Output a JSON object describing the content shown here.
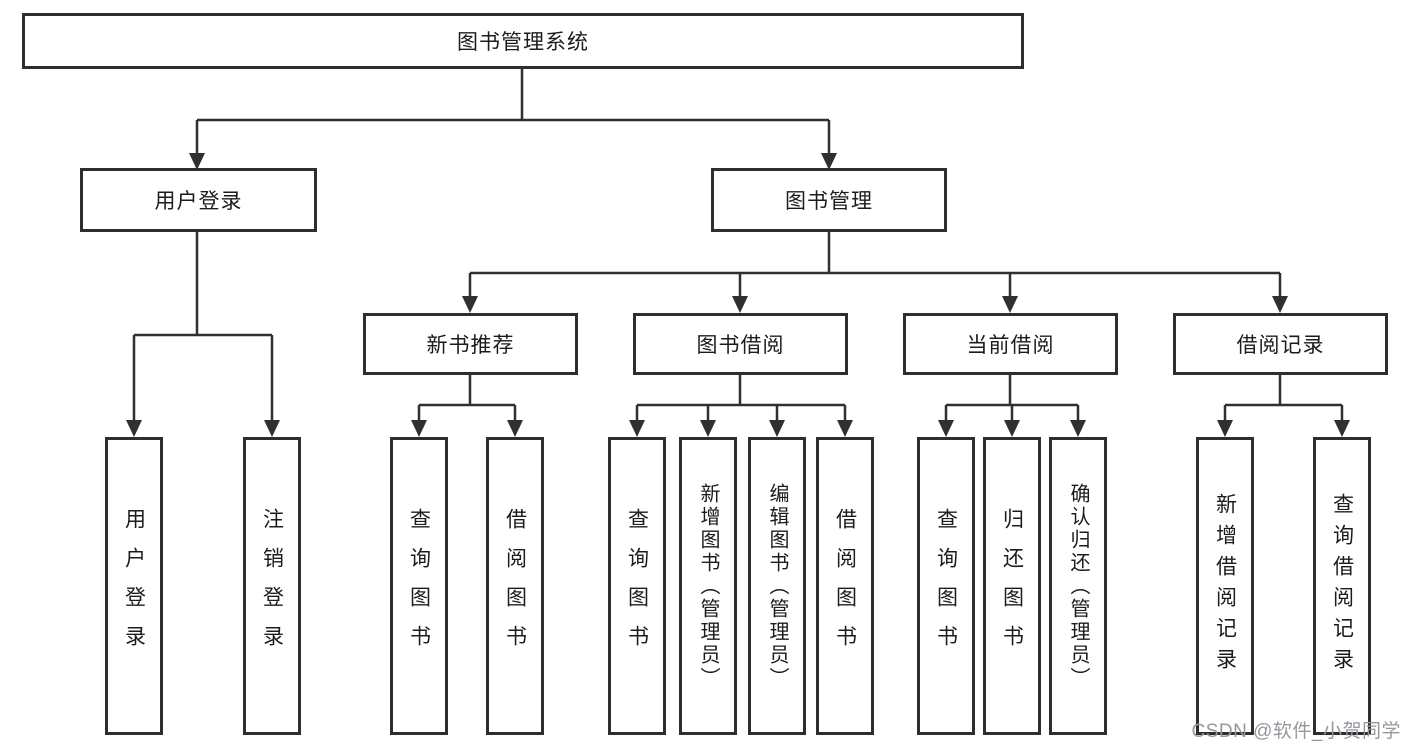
{
  "diagram": {
    "root": "图书管理系统",
    "level2": [
      "用户登录",
      "图书管理"
    ],
    "level3": [
      "新书推荐",
      "图书借阅",
      "当前借阅",
      "借阅记录"
    ],
    "leaves_user_login": [
      "用户登录",
      "注销登录"
    ],
    "leaves_new_book": [
      "查询图书",
      "借阅图书"
    ],
    "leaves_book_borrow": [
      "查询图书",
      "新增图书（管理员）",
      "编辑图书（管理员）",
      "借阅图书"
    ],
    "leaves_current_borrow": [
      "查询图书",
      "归还图书",
      "确认归还（管理员）"
    ],
    "leaves_borrow_records": [
      "新增借阅记录",
      "查询借阅记录"
    ]
  },
  "watermark": "CSDN @软件_小贺同学",
  "colors": {
    "line": "#303030",
    "box_border": "#2e2e2e",
    "text": "#1c1c1c",
    "watermark": "#94989d",
    "background": "#ffffff"
  }
}
